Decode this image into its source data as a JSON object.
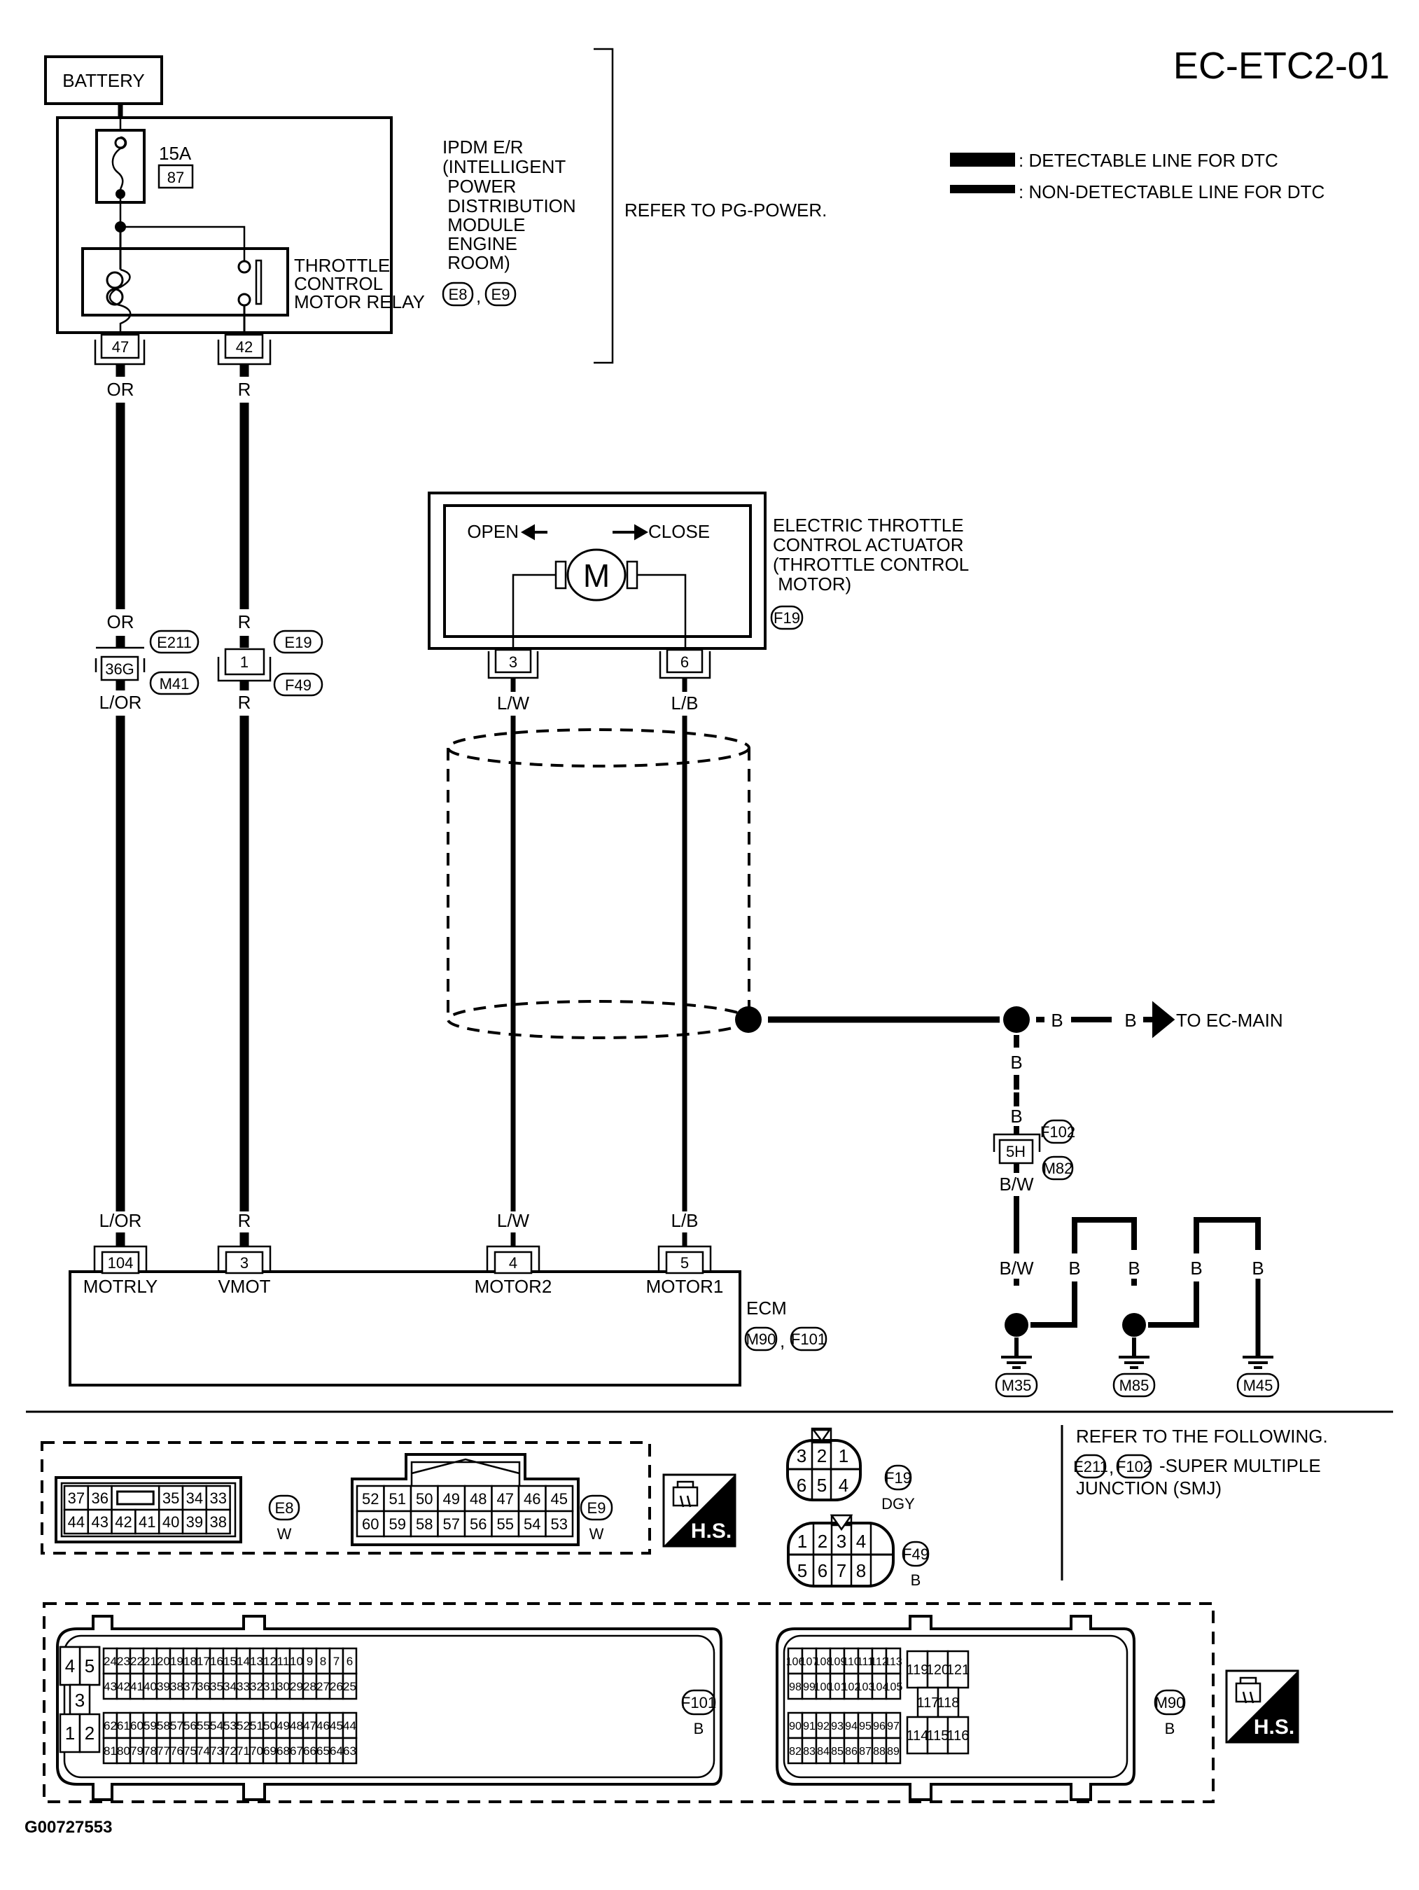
{
  "page_id": "EC-ETC2-01",
  "figure_code": "G00727553",
  "legend": {
    "detectable": ": DETECTABLE LINE FOR DTC",
    "non_detectable": ": NON-DETECTABLE LINE FOR DTC"
  },
  "battery": {
    "label": "BATTERY"
  },
  "ipdm": {
    "lines": [
      "IPDM E/R",
      "(INTELLIGENT",
      " POWER",
      " DISTRIBUTION",
      " MODULE",
      " ENGINE",
      " ROOM)"
    ],
    "connectors": [
      "E8",
      "E9"
    ],
    "refer": "REFER TO PG-POWER.",
    "fuse_amp": "15A",
    "fuse_no": "87",
    "relay_lines": [
      "THROTTLE",
      "CONTROL",
      "MOTOR RELAY"
    ],
    "pins": [
      "47",
      "42"
    ]
  },
  "wires": {
    "left_top": "OR",
    "right_top": "R",
    "left_mid_top": "OR",
    "left_mid_bottom": "L/OR",
    "right_mid_top": "R",
    "right_mid_bottom": "R",
    "left_ecm": "L/OR",
    "right_ecm": "R",
    "motor_lw": "L/W",
    "motor_lb": "L/B",
    "ecm_lw": "L/W",
    "ecm_lb": "L/B"
  },
  "joints": {
    "left": {
      "pin": "36G",
      "upper": "E211",
      "lower": "M41"
    },
    "right": {
      "pin": "1",
      "upper": "E19",
      "lower": "F49"
    }
  },
  "actuator": {
    "open": "OPEN",
    "close": "CLOSE",
    "motor": "M",
    "lines": [
      "ELECTRIC THROTTLE",
      "CONTROL ACTUATOR",
      "(THROTTLE CONTROL",
      " MOTOR)"
    ],
    "connector": "F19",
    "pins": [
      "3",
      "6"
    ]
  },
  "ecm": {
    "label": "ECM",
    "connectors": [
      "M90",
      "F101"
    ],
    "pins": [
      {
        "no": "104",
        "name": "MOTRLY"
      },
      {
        "no": "3",
        "name": "VMOT"
      },
      {
        "no": "4",
        "name": "MOTOR2"
      },
      {
        "no": "5",
        "name": "MOTOR1"
      }
    ]
  },
  "ground": {
    "to_main": "TO EC-MAIN",
    "b1": "B",
    "b2": "B",
    "b3": "B",
    "b4": "B",
    "joint_pin": "5H",
    "joint_upper": "F102",
    "joint_lower": "M82",
    "bw1": "B/W",
    "bw2": "B/W",
    "gb1": "B",
    "gb2": "B",
    "gb3": "B",
    "gb4": "B",
    "grounds": [
      "M35",
      "M85",
      "M45"
    ]
  },
  "connector_views": {
    "e8": {
      "id": "E8",
      "color": "W",
      "row1": [
        "37",
        "36",
        "",
        "35",
        "34",
        "33"
      ],
      "row2": [
        "44",
        "43",
        "42",
        "41",
        "40",
        "39",
        "38"
      ]
    },
    "e9": {
      "id": "E9",
      "color": "W",
      "row1": [
        "52",
        "51",
        "50",
        "49",
        "48",
        "47",
        "46",
        "45"
      ],
      "row2": [
        "60",
        "59",
        "58",
        "57",
        "56",
        "55",
        "54",
        "53"
      ]
    },
    "f19": {
      "id": "F19",
      "color": "DGY",
      "row1": [
        "3",
        "2",
        "1"
      ],
      "row2": [
        "6",
        "5",
        "4"
      ]
    },
    "f49": {
      "id": "F49",
      "color": "B",
      "row1": [
        "1",
        "2",
        "3",
        "4"
      ],
      "row2": [
        "5",
        "6",
        "7",
        "8"
      ]
    },
    "f101": {
      "id": "F101",
      "color": "B",
      "block": [
        "4",
        "5",
        "3",
        "1",
        "2"
      ],
      "row1": [
        "24",
        "23",
        "22",
        "21",
        "20",
        "19",
        "18",
        "17",
        "16",
        "15",
        "14",
        "13",
        "12",
        "11",
        "10",
        "9",
        "8",
        "7",
        "6"
      ],
      "row2": [
        "43",
        "42",
        "41",
        "40",
        "39",
        "38",
        "37",
        "36",
        "35",
        "34",
        "33",
        "32",
        "31",
        "30",
        "29",
        "28",
        "27",
        "26",
        "25"
      ],
      "row3": [
        "62",
        "61",
        "60",
        "59",
        "58",
        "57",
        "56",
        "55",
        "54",
        "53",
        "52",
        "51",
        "50",
        "49",
        "48",
        "47",
        "46",
        "45",
        "44"
      ],
      "row4": [
        "81",
        "80",
        "79",
        "78",
        "77",
        "76",
        "75",
        "74",
        "73",
        "72",
        "71",
        "70",
        "69",
        "68",
        "67",
        "66",
        "65",
        "64",
        "63"
      ]
    },
    "m90": {
      "id": "M90",
      "color": "B",
      "row1": [
        "106",
        "107",
        "108",
        "109",
        "110",
        "111",
        "112",
        "113"
      ],
      "row2": [
        "98",
        "99",
        "100",
        "101",
        "102",
        "103",
        "104",
        "105"
      ],
      "row3": [
        "90",
        "91",
        "92",
        "93",
        "94",
        "95",
        "96",
        "97"
      ],
      "row4": [
        "82",
        "83",
        "84",
        "85",
        "86",
        "87",
        "88",
        "89"
      ],
      "big_top": [
        "119",
        "120",
        "121"
      ],
      "big_mid": [
        "117",
        "118"
      ],
      "big_bottom": [
        "114",
        "115",
        "116"
      ]
    },
    "hs_label": "H.S."
  },
  "refer_note": {
    "title": "REFER TO THE FOLLOWING.",
    "codes": [
      "E211",
      "F102"
    ],
    "desc_1": "-SUPER MULTIPLE",
    "desc_2": "JUNCTION (SMJ)"
  }
}
